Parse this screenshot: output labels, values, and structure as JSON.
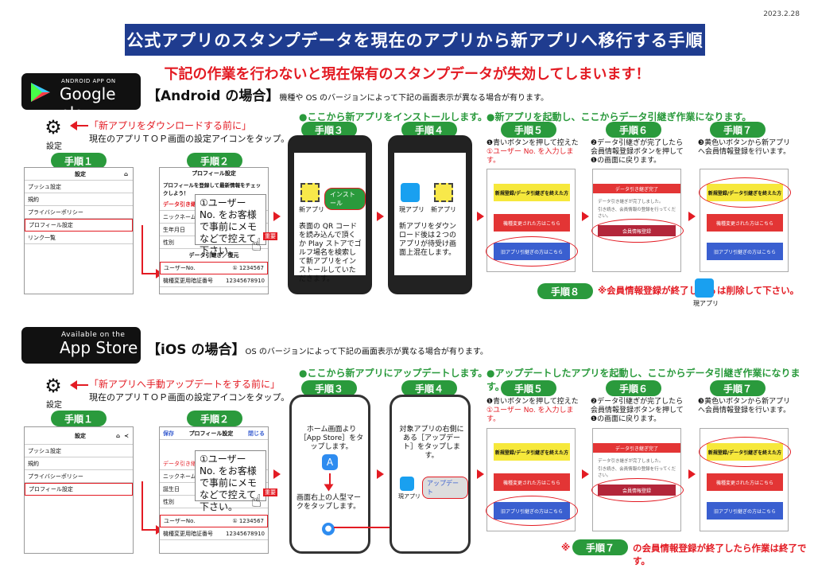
{
  "date": "2023.2.28",
  "title": "公式アプリのスタンプデータを現在のアプリから新アプリへ移行する手順",
  "warning": "下記の作業を行わないと現在保有のスタンプデータが失効してしまいます！",
  "android": {
    "badge_small": "ANDROID APP ON",
    "badge_big": "Google play",
    "heading": "【Android の場合】",
    "heading_note": "機種や OS のバージョンによって下記の画面表示が異なる場合が有ります。",
    "gear_label": "設定",
    "pre_note": "「新アプリをダウンロードする前に」",
    "pre_text": "現在のアプリＴＯＰ画面の設定アイコンをタップ。",
    "install_tag": "●ここから新アプリをインストールします。",
    "start_tag": "●新アプリを起動し、ここからデータ引継ぎ作業になります。",
    "steps": [
      "手順１",
      "手順２",
      "手順３",
      "手順４",
      "手順５",
      "手順６",
      "手順７"
    ],
    "settings": {
      "title": "設定",
      "rows": [
        "プッシュ設定",
        "規約",
        "プライバシーポリシー",
        "プロフィール設定",
        "リンク一覧"
      ]
    },
    "profile": {
      "title": "プロフィール設定",
      "intro": "プロフィールを登録して最新情報をチェックしよう！",
      "section": "データ引き継ぎ",
      "rows": [
        "ニックネーム",
        "生年月日",
        "性別"
      ],
      "transfer": "データ引継ぎ／復元",
      "user_label": "ユーザーNo.",
      "user_no": "① 1234567",
      "device_label": "機種変更用暗証番号",
      "device_no": "12345678910"
    },
    "memo": "①ユーザー No. をお客様で事前にメモなどで控えて下さい。",
    "important": "重要",
    "s3": {
      "new_app": "新アプリ",
      "install_btn": "インストール",
      "text": "表面の QR コードを読み込んで頂くか Play ストアでゴルフ場名を検索して新アプリをインストールしていただきます。"
    },
    "s4": {
      "old_app": "現アプリ",
      "new_app": "新アプリ",
      "text": "新アプリをダウンロード後は２つのアプリが待受け画面上混在します。"
    },
    "s5": {
      "text1": "❶青いボタンを押して控えた",
      "text2": "①ユーザー No. を入力します。",
      "btn1": "新規登録/データ引継ぎを終えた方",
      "btn2": "機種変更された方はこちら",
      "btn3": "旧アプリ引継ぎの方はこちら"
    },
    "s6": {
      "text": "❷データ引継ぎが完了したら会員情報登録ボタンを押して❶の画面に戻ります。",
      "header": "データ引き継ぎ完了",
      "line1": "データ引き継ぎが完了しました。",
      "line2": "引き続き、会員情報の登録を行ってください。",
      "btn": "会員情報登録"
    },
    "s7": {
      "text": "❸黄色いボタンから新アプリへ会員情報登録を行います。",
      "btn1": "新規登録/データ引継ぎを終えた方",
      "btn2": "機種変更された方はこちら",
      "btn3": "旧アプリ引継ぎの方はこちら"
    },
    "step8": "手順８",
    "step8_text_a": "※会員情報登録が終了したら",
    "step8_text_b": "は削除して下さい。",
    "step8_icon_label": "現アプリ"
  },
  "ios": {
    "badge_small": "Available on the",
    "badge_big": "App Store",
    "heading": "【iOS の場合】",
    "heading_note": "OS のバージョンによって下記の画面表示が異なる場合が有ります。",
    "gear_label": "設定",
    "pre_note": "「新アプリへ手動アップデートをする前に」",
    "pre_text": "現在のアプリＴＯＰ画面の設定アイコンをタップ。",
    "update_tag": "●ここから新アプリにアップデートします。",
    "start_tag": "●アップデートしたアプリを起動し、ここからデータ引継ぎ作業になります。",
    "steps": [
      "手順１",
      "手順２",
      "手順３",
      "手順４",
      "手順５",
      "手順６",
      "手順７"
    ],
    "settings": {
      "title": "設定",
      "rows": [
        "プッシュ設定",
        "規約",
        "プライバシーポリシー",
        "プロフィール設定"
      ]
    },
    "profile": {
      "save": "保存",
      "title": "プロフィール設定",
      "close": "閉じる",
      "section": "データ引き継ぎ／復元",
      "rows": [
        "ニックネーム",
        "誕生日",
        "性別"
      ],
      "user_label": "ユーザーNo.",
      "user_no": "① 1234567",
      "device_label": "機種変更用暗証番号",
      "device_no": "12345678910"
    },
    "memo": "①ユーザー No. をお客様で事前にメモなどで控えて下さい。",
    "important": "重要",
    "s3": {
      "text1": "ホーム画面より［App Store］をタップします。",
      "text2": "画面右上の人型マークをタップします。"
    },
    "s4": {
      "text": "対象アプリの右側にある［アップデート］をタップします。",
      "old_app": "現アプリ",
      "update_btn": "アップデート"
    },
    "s5": {
      "text1": "❶青いボタンを押して控えた",
      "text2": "①ユーザー No. を入力します。",
      "btn1": "新規登録/データ引継ぎを終えた方",
      "btn2": "機種変更された方はこちら",
      "btn3": "旧アプリ引継ぎの方はこちら"
    },
    "s6": {
      "text": "❷データ引継ぎが完了したら会員情報登録ボタンを押して❶の画面に戻ります。",
      "header": "データ引き継ぎ完了",
      "line1": "データ引き継ぎが完了しました。",
      "line2": "引き続き、会員情報の登録を行ってください。",
      "btn": "会員情報登録"
    },
    "s7": {
      "text": "❸黄色いボタンから新アプリへ会員情報登録を行います。",
      "btn1": "新規登録/データ引継ぎを終えた方",
      "btn2": "機種変更された方はこちら",
      "btn3": "旧アプリ引継ぎの方はこちら"
    },
    "final_mark": "※",
    "final_step": "手順７",
    "final_text": "の会員情報登録が終了したら作業は終了です。"
  },
  "colors": {
    "title_bg": "#1f3c8f",
    "red": "#e31b23",
    "green": "#2a9a3c",
    "yellow": "#f6e83b",
    "blue": "#3a5fd0",
    "app_blue": "#19a0f0"
  },
  "icons": [
    "gear-icon",
    "home-icon",
    "share-icon",
    "android-play-icon",
    "apple-icon",
    "app-store-icon",
    "person-icon",
    "hand-pointer-icon",
    "red-arrow-icon"
  ]
}
